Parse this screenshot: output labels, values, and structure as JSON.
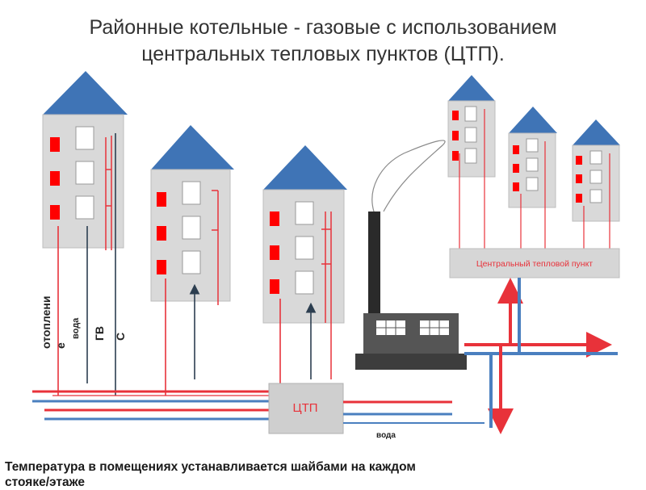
{
  "title": {
    "line1": "Районные котельные - газовые с использованием",
    "line2": "центральных тепловых пунктов (ЦТП)."
  },
  "labels": {
    "heating_line1": "отоплени",
    "heating_line2": "е",
    "water": "вода",
    "hot_water": "ГВ",
    "c": "С",
    "ctp": "ЦТП",
    "water_bottom": "вода",
    "central_point": "Центральный тепловой пункт"
  },
  "footer": {
    "line1": "Температура в помещениях устанавливается шайбами на каждом",
    "line2": "стояке/этаже"
  },
  "colors": {
    "roof": "#3f74b6",
    "wall": "#d9d9d9",
    "radiator": "#ff0000",
    "supply_pipe": "#e8323a",
    "return_pipe": "#4a7fbf",
    "riser_dark": "#2c3e50",
    "boiler": "#555555",
    "chimney": "#2a2a2a"
  }
}
